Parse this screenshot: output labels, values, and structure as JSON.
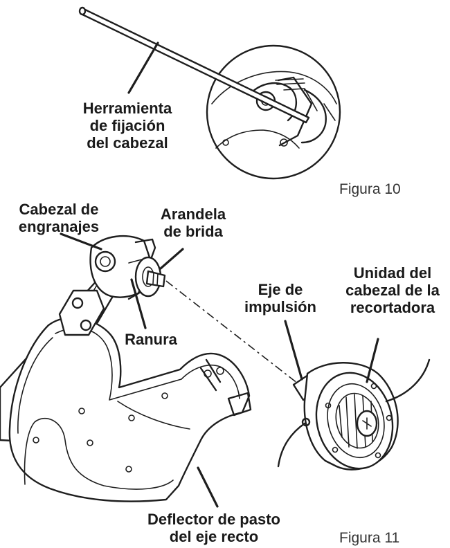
{
  "figure10": {
    "caption": "Figura 10",
    "labels": {
      "head_lock_tool": [
        "Herramienta",
        "de fijación",
        "del cabezal"
      ]
    }
  },
  "figure11": {
    "caption": "Figura 11",
    "labels": {
      "gear_head": [
        "Cabezal de",
        "engranajes"
      ],
      "flange_washer": [
        "Arandela",
        "de brida"
      ],
      "slot": [
        "Ranura"
      ],
      "drive_shaft": [
        "Eje de",
        "impulsión"
      ],
      "trimmer_head_unit": [
        "Unidad del",
        "cabezal de la",
        "recortadora"
      ],
      "grass_deflector": [
        "Deflector de pasto",
        "del eje recto"
      ]
    }
  }
}
